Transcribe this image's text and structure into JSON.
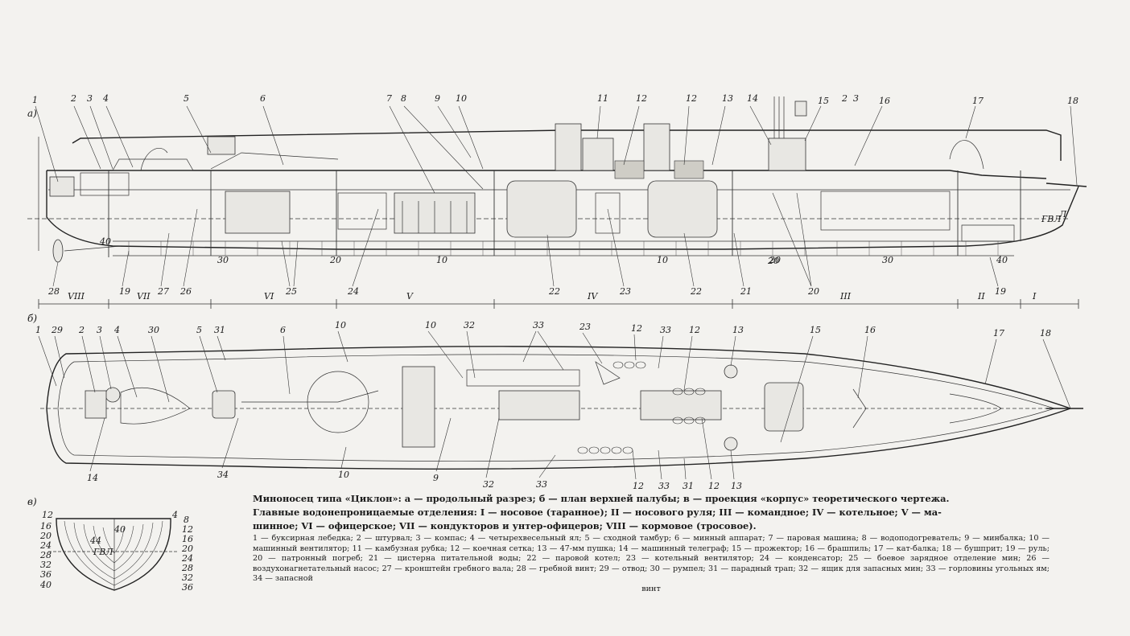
{
  "panel_labels": {
    "a": "а)",
    "b": "б)",
    "v": "в)"
  },
  "profile_callouts": [
    "1",
    "2",
    "3",
    "4",
    "5",
    "6",
    "7",
    "8",
    "9",
    "10",
    "11",
    "12",
    "12",
    "13",
    "14",
    "2",
    "3",
    "15",
    "16",
    "17",
    "18"
  ],
  "profile_lower_callouts": [
    "40",
    "30",
    "20",
    "10",
    "10",
    "20",
    "30",
    "40",
    "28",
    "19",
    "27",
    "26",
    "25",
    "24",
    "22",
    "23",
    "22",
    "21",
    "20",
    "20",
    "19"
  ],
  "waterline_label": "ГВЛ",
  "compartments": [
    "VIII",
    "VII",
    "VI",
    "V",
    "IV",
    "III",
    "II",
    "I"
  ],
  "plan_callouts_top": [
    "1",
    "29",
    "2",
    "3",
    "4",
    "30",
    "5",
    "31",
    "6",
    "10",
    "10",
    "32",
    "33",
    "23",
    "12",
    "33",
    "12",
    "13",
    "15",
    "16",
    "17",
    "18"
  ],
  "plan_callouts_bottom": [
    "14",
    "34",
    "10",
    "9",
    "32",
    "33",
    "12",
    "33",
    "31",
    "12",
    "13"
  ],
  "section_left_numbers": [
    "12",
    "16",
    "20",
    "24",
    "28",
    "32",
    "36",
    "40"
  ],
  "section_right_numbers": [
    "4",
    "8",
    "12",
    "16",
    "20",
    "24",
    "28",
    "32",
    "36"
  ],
  "section_mid_labels": [
    "44",
    "40",
    "ГВЛ"
  ],
  "caption": {
    "line1": "Миноносец типа «Циклон»: а — продольный разрез; б — план верхней палубы; в — проекция «корпус» теоретического чертежа.",
    "line2": "Главные водонепроницаемые отделения: I — носовое (таранное); II — носового руля; III — командное; IV — котельное; V — ма-",
    "line3": "шинное; VI — офицерское; VII — кондукторов и унтер-офицеров; VIII — кормовое (тросовое)."
  },
  "legend": "1 — буксирная лебедка; 2 — штурвал; 3 — компас; 4 — четырехвесельный ял; 5 — сходной тамбур; 6 — минный аппарат; 7 — паровая машина; 8 — водоподогреватель; 9 — минбалка; 10 — машинный вентилятор; 11 — камбузная рубка; 12 — коечная сетка; 13 — 47-мм пушка; 14 — машинный телеграф; 15 — прожектор; 16 — брашпиль; 17 — кат-балка; 18 — бушприт; 19 — руль; 20 — патронный погреб; 21 — цистерна питательной воды; 22 — паровой котел; 23 — котельный вентилятор; 24 — конденсатор; 25 — боевое зарядное отделение мин; 26 — воздухонагнетательный насос; 27 — кронштейн гребного вала; 28 — гребной винт; 29 — отвод; 30 — румпел; 31 — парадный трап; 32 — ящик для запасных мин; 33 — горловины угольных ям; 34 — запасной",
  "legend_tail": "винт"
}
